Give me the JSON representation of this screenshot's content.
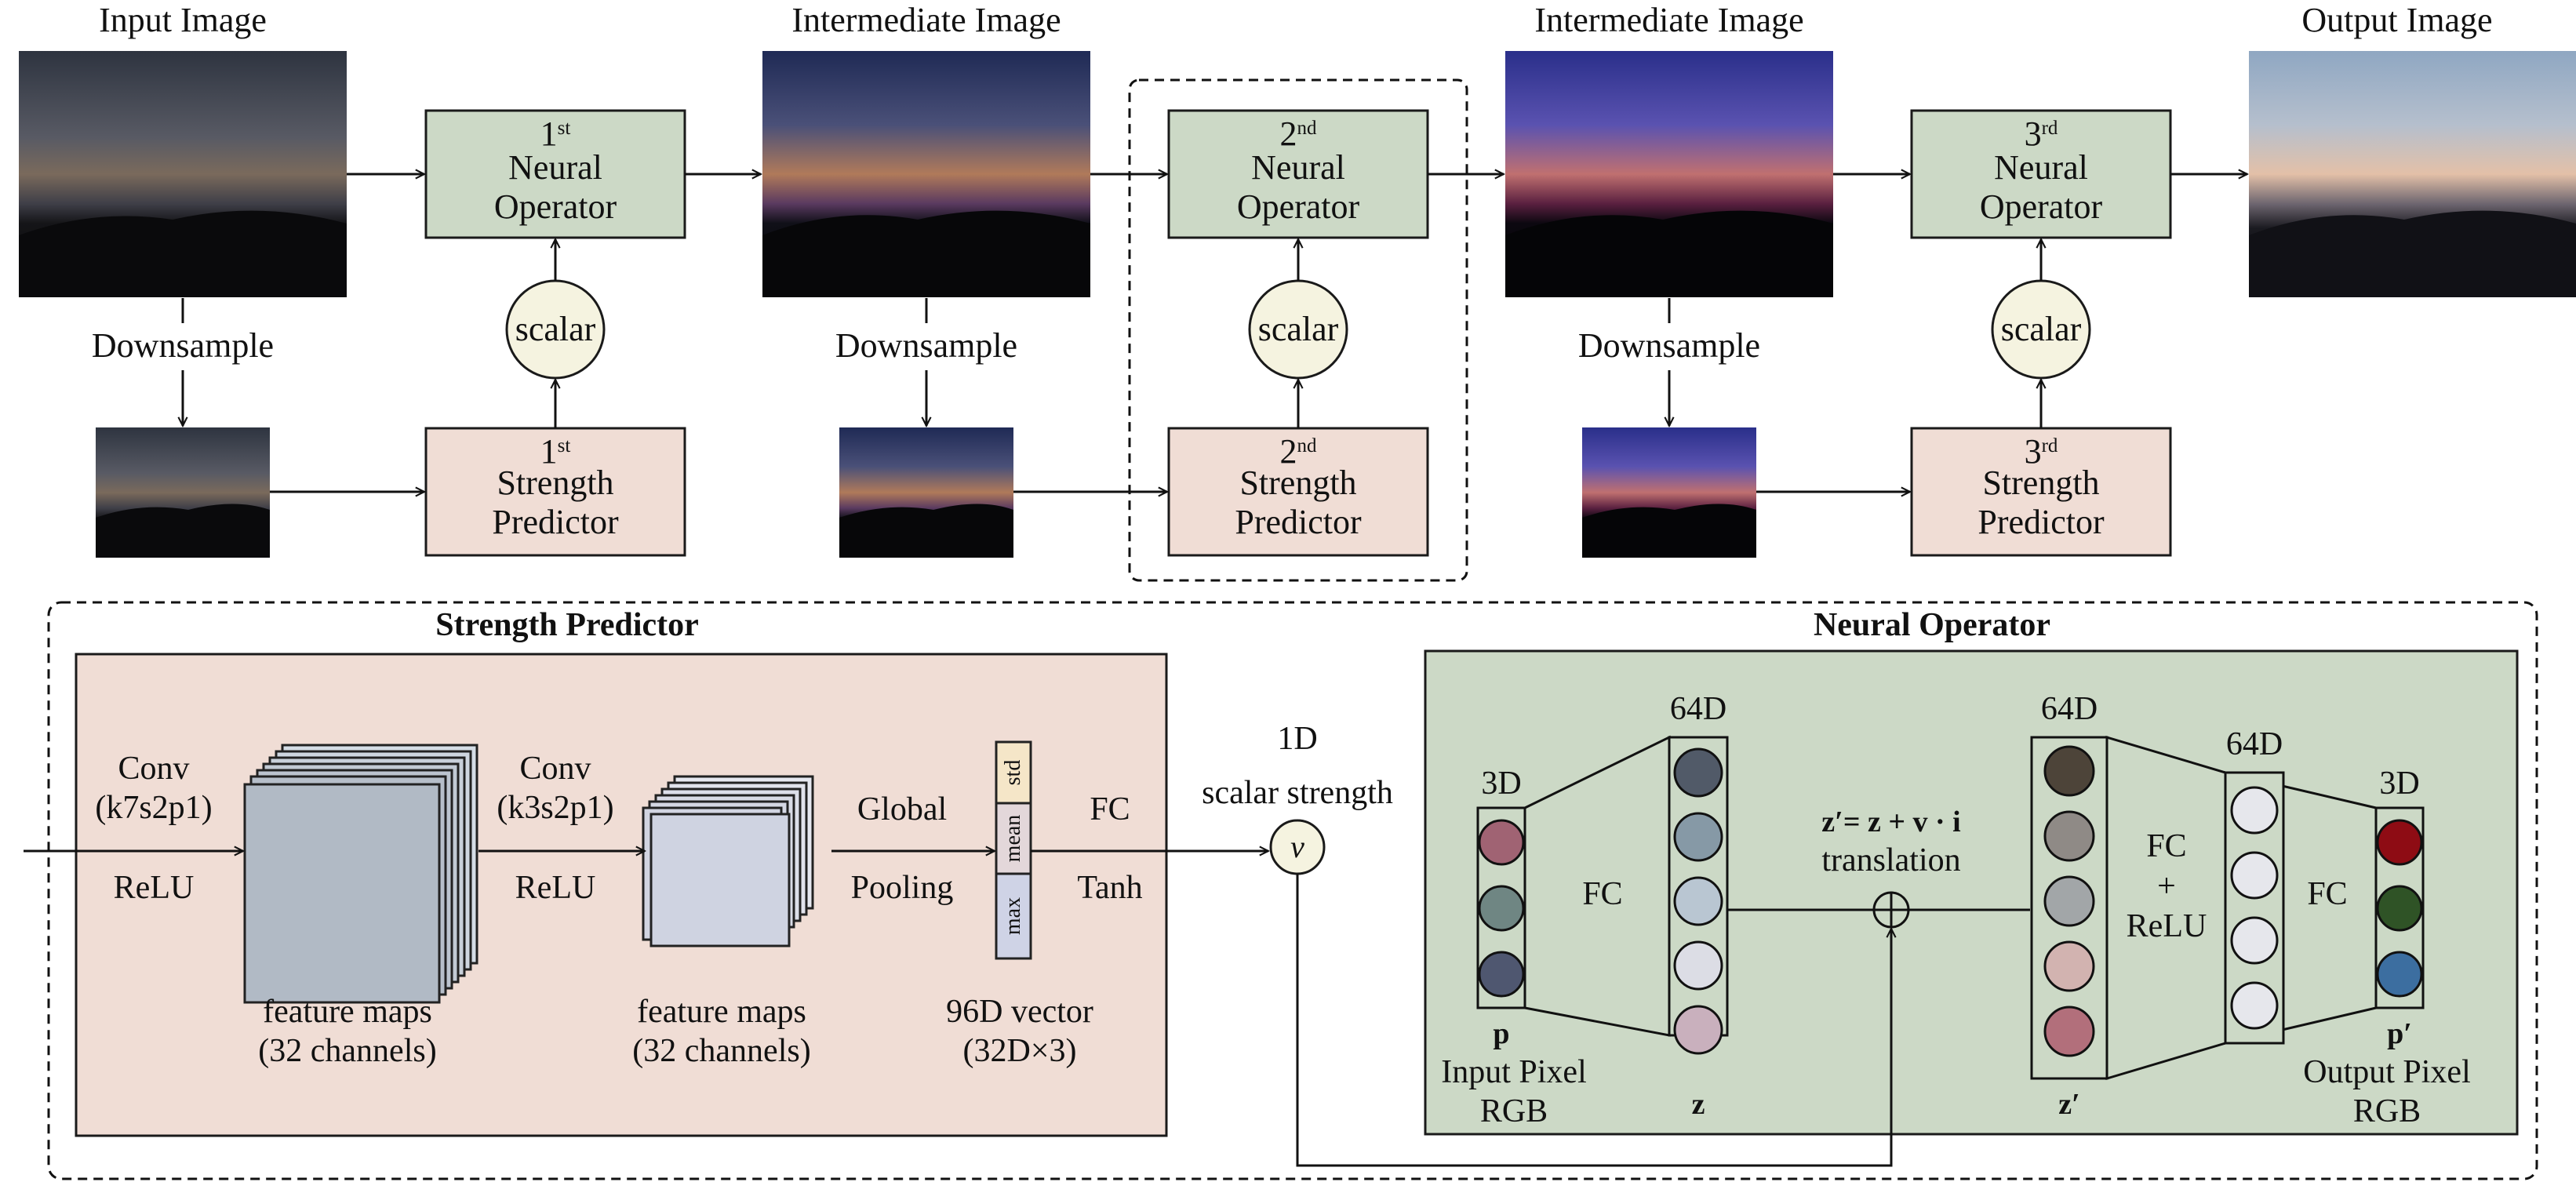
{
  "colors": {
    "green_fill": "#ccd9c6",
    "pink_fill": "#f0ddd5",
    "scalar_fill": "#f5f3e0",
    "stroke": "#1a1a1a"
  },
  "pipeline": {
    "input_label": "Input Image",
    "intermediate_label_1": "Intermediate Image",
    "intermediate_label_2": "Intermediate Image",
    "output_label": "Output Image",
    "downsample_label": "Downsample",
    "scalar_label": "scalar",
    "operators": [
      {
        "ordinal": "1",
        "sup": "st",
        "line1": "Neural",
        "line2": "Operator"
      },
      {
        "ordinal": "2",
        "sup": "nd",
        "line1": "Neural",
        "line2": "Operator"
      },
      {
        "ordinal": "3",
        "sup": "rd",
        "line1": "Neural",
        "line2": "Operator"
      }
    ],
    "predictors": [
      {
        "ordinal": "1",
        "sup": "st",
        "line1": "Strength",
        "line2": "Predictor"
      },
      {
        "ordinal": "2",
        "sup": "nd",
        "line1": "Strength",
        "line2": "Predictor"
      },
      {
        "ordinal": "3",
        "sup": "rd",
        "line1": "Strength",
        "line2": "Predictor"
      }
    ]
  },
  "strength_predictor": {
    "title": "Strength Predictor",
    "conv1_line1": "Conv",
    "conv1_line2": "(k7s2p1)",
    "conv1_act": "ReLU",
    "conv2_line1": "Conv",
    "conv2_line2": "(k3s2p1)",
    "conv2_act": "ReLU",
    "fm1_line1": "feature maps",
    "fm1_line2": "(32 channels)",
    "fm2_line1": "feature maps",
    "fm2_line2": "(32 channels)",
    "pool_line1": "Global",
    "pool_line2": "Pooling",
    "vector_parts": [
      "std",
      "mean",
      "max"
    ],
    "vector_line1": "96D vector",
    "vector_line2": "(32D×3)",
    "fc_line1": "FC",
    "fc_line2": "Tanh",
    "out_line1": "1D",
    "out_line2": "scalar strength",
    "out_symbol": "v"
  },
  "neural_operator": {
    "title": "Neural Operator",
    "dim_3d": "3D",
    "dim_64d_z": "64D",
    "dim_64d_zp": "64D",
    "dim_64d_h": "64D",
    "dim_3d_out": "3D",
    "fc1": "FC",
    "fc_relu_line1": "FC",
    "fc_relu_line2": "+",
    "fc_relu_line3": "ReLU",
    "fc2": "FC",
    "translation_eq": "z′= z + v · i",
    "translation_word": "translation",
    "p_symbol": "p",
    "in_line1": "Input Pixel",
    "in_line2": "RGB",
    "z_symbol": "z",
    "zp_symbol": "z′",
    "pp_symbol": "p′",
    "out_line1": "Output Pixel",
    "out_line2": "RGB",
    "input_node_colors": [
      "#a06373",
      "#6f8683",
      "#4f5770"
    ],
    "z_node_colors": [
      "#515a68",
      "#8699a6",
      "#b9c6d2",
      "#dcdde5",
      "#c9b0bd"
    ],
    "zp_node_colors": [
      "#4d4439",
      "#8f8a86",
      "#a2a6a8",
      "#d2b3b0",
      "#b26f7b"
    ],
    "hidden_node_colors": [
      "#e6e7ec",
      "#e6e7ec",
      "#e6e7ec",
      "#e6e7ec"
    ],
    "output_node_colors": [
      "#8e0c14",
      "#2f5326",
      "#3c6ea0"
    ]
  }
}
